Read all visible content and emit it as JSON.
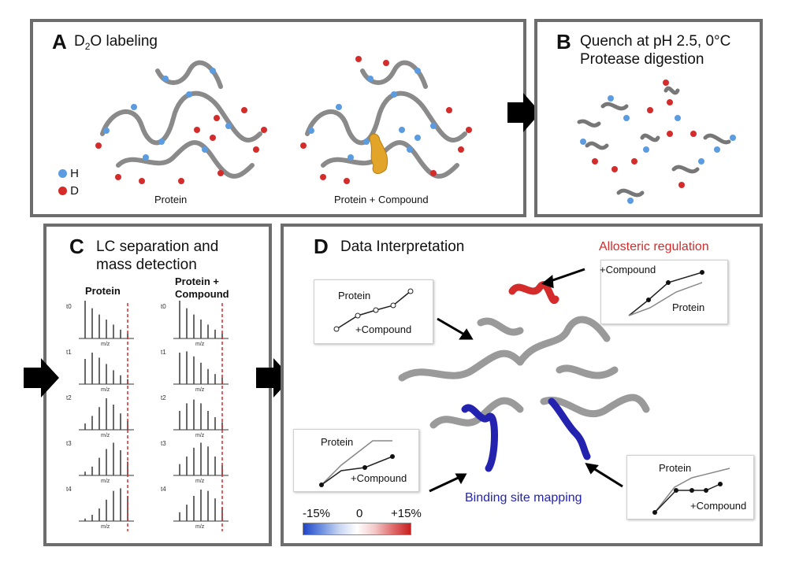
{
  "panelA": {
    "label": "A",
    "title_main": "D",
    "title_sub": "2",
    "title_rest": "O labeling",
    "legend": [
      {
        "text": "H",
        "color": "#5b9be0"
      },
      {
        "text": "D",
        "color": "#d42b2b"
      }
    ],
    "caption_left": "Protein",
    "caption_right": "Protein + Compound"
  },
  "panelB": {
    "label": "B",
    "title_line1": "Quench at pH 2.5, 0°C",
    "title_line2": "Protease digestion"
  },
  "panelC": {
    "label": "C",
    "title_line1": "LC separation and",
    "title_line2": "mass detection",
    "col_left": "Protein",
    "col_right_1": "Protein +",
    "col_right_2": "Compound",
    "time_labels": [
      "t0",
      "t1",
      "t2",
      "t3",
      "t4"
    ],
    "axis_label": "m/z"
  },
  "panelD": {
    "label": "D",
    "title": "Data Interpretation",
    "allosteric_label": "Allosteric regulation",
    "binding_label": "Binding site mapping",
    "inset_topleft": {
      "line_a": "Protein",
      "line_b": "+Compound"
    },
    "inset_topright": {
      "line_a": "+Compound",
      "line_b": "Protein"
    },
    "inset_bottomleft": {
      "line_a": "Protein",
      "line_b": "+Compound"
    },
    "inset_bottomright": {
      "line_a": "Protein",
      "line_b": "+Compound"
    },
    "scale": {
      "left": "-15%",
      "mid": "0",
      "right": "+15%"
    },
    "colors": {
      "allosteric": "#d42b2b",
      "binding": "#2323b0",
      "protein": "#9a9a9a"
    }
  }
}
